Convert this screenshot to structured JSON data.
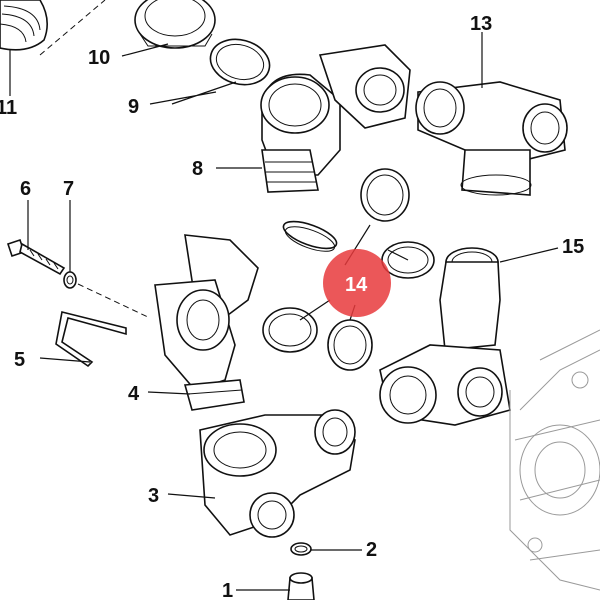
{
  "callouts": [
    {
      "id": "1",
      "label": "1"
    },
    {
      "id": "2",
      "label": "2"
    },
    {
      "id": "3",
      "label": "3"
    },
    {
      "id": "4",
      "label": "4"
    },
    {
      "id": "5",
      "label": "5"
    },
    {
      "id": "6",
      "label": "6"
    },
    {
      "id": "7",
      "label": "7"
    },
    {
      "id": "8",
      "label": "8"
    },
    {
      "id": "9",
      "label": "9"
    },
    {
      "id": "10",
      "label": "10"
    },
    {
      "id": "11",
      "label": "11"
    },
    {
      "id": "13",
      "label": "13"
    },
    {
      "id": "14",
      "label": "14"
    },
    {
      "id": "15",
      "label": "15"
    }
  ],
  "highlight": {
    "label": "14",
    "color": "#e8393c",
    "text_color": "#ffffff"
  },
  "colors": {
    "line": "#111111",
    "ghost": "#9a9a9a"
  }
}
